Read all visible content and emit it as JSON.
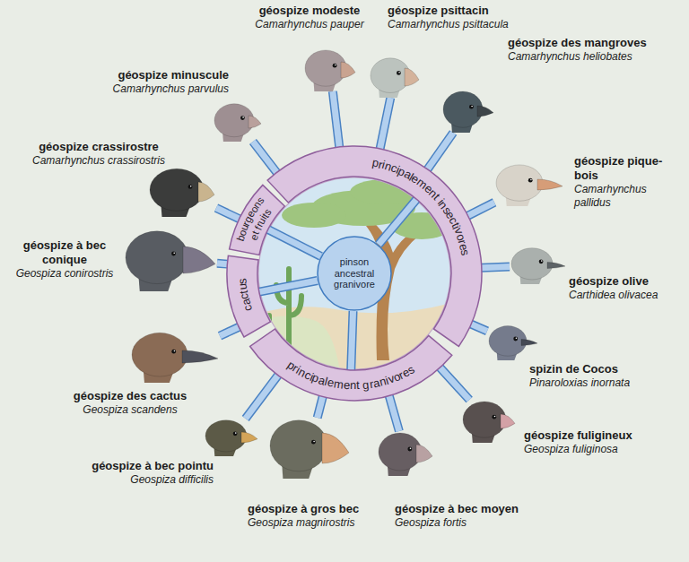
{
  "diagram": {
    "nodes": [
      {
        "text": [
          "pinson ancestral granivore"
        ]
      },
      {
        "text": [
          "principalement insectivores"
        ]
      },
      {
        "text": [
          "bourgeons et fruits"
        ]
      },
      {
        "text": [
          "cactus"
        ]
      },
      {
        "text": [
          "principalement granivores"
        ]
      },
      {
        "text": [
          "géospize minuscule",
          "Camarhynchus parvulus"
        ]
      },
      {
        "text": [
          "géospize modeste",
          "Camarhynchus pauper"
        ]
      },
      {
        "text": [
          "géospize psittacin",
          "Camarhynchus psittacula"
        ]
      },
      {
        "text": [
          "géospize des mangroves",
          "Camarhynchus heliobates"
        ]
      },
      {
        "text": [
          "géospize pique-bois",
          "Camarhynchus pallidus"
        ]
      },
      {
        "text": [
          "géospize olive",
          "Carthidea olivacea"
        ]
      },
      {
        "text": [
          "spizin de Cocos",
          "Pinaroloxias inornata"
        ]
      },
      {
        "text": [
          "géospize fuligineux",
          "Geospiza fuliginosa"
        ]
      },
      {
        "text": [
          "géospize à bec moyen",
          "Geospiza fortis"
        ]
      },
      {
        "text": [
          "géospize à gros bec",
          "Geospiza magnirostris"
        ]
      },
      {
        "text": [
          "géospize à bec pointu",
          "Geospiza difficilis"
        ]
      },
      {
        "text": [
          "géospize des cactus",
          "Geospiza scandens"
        ]
      },
      {
        "text": [
          "géospize à bec conique",
          "Geospiza conirostris"
        ]
      },
      {
        "text": [
          "géospize crassirostre",
          "Camarhynchus crassirostris"
        ]
      }
    ],
    "edges": [
      {
        "from": 0,
        "to": 1,
        "arrow": "none"
      },
      {
        "from": 0,
        "to": 2,
        "arrow": "none"
      },
      {
        "from": 0,
        "to": 3,
        "arrow": "none"
      },
      {
        "from": 0,
        "to": 4,
        "arrow": "none"
      },
      {
        "from": 1,
        "to": 5,
        "arrow": "none"
      },
      {
        "from": 1,
        "to": 6,
        "arrow": "none"
      },
      {
        "from": 1,
        "to": 7,
        "arrow": "none"
      },
      {
        "from": 1,
        "to": 8,
        "arrow": "none"
      },
      {
        "from": 1,
        "to": 9,
        "arrow": "none"
      },
      {
        "from": 1,
        "to": 10,
        "arrow": "none"
      },
      {
        "from": 1,
        "to": 11,
        "arrow": "none"
      },
      {
        "from": 4,
        "to": 12,
        "arrow": "none"
      },
      {
        "from": 4,
        "to": 13,
        "arrow": "none"
      },
      {
        "from": 4,
        "to": 14,
        "arrow": "none"
      },
      {
        "from": 4,
        "to": 15,
        "arrow": "none"
      },
      {
        "from": 3,
        "to": 16,
        "arrow": "none"
      },
      {
        "from": 3,
        "to": 17,
        "arrow": "none"
      },
      {
        "from": 2,
        "to": 18,
        "arrow": "none"
      }
    ]
  }
}
